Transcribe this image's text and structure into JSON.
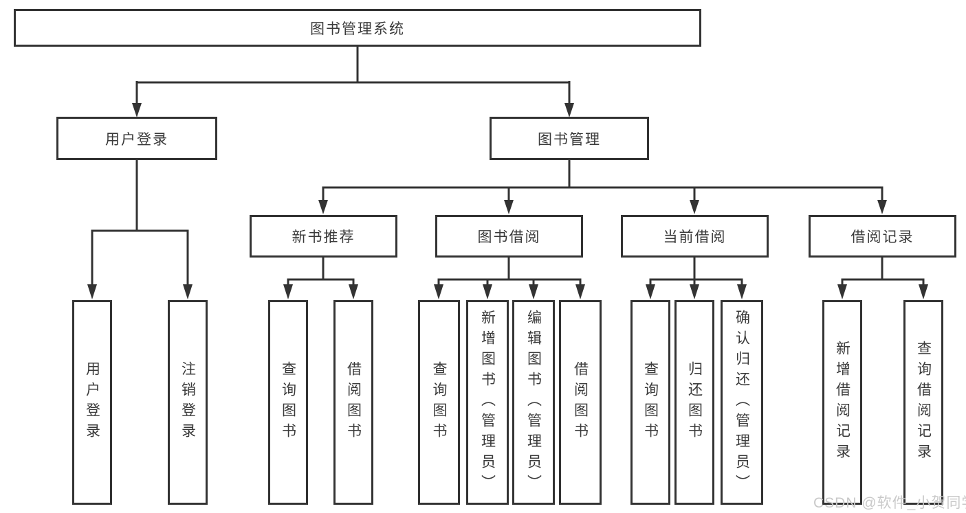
{
  "colors": {
    "line": "#333333",
    "box_border": "#333333",
    "box_background": "#ffffff",
    "text": "#3a3a3a",
    "watermark": "#c9c9c9"
  },
  "watermark": "CSDN @软件_小贺同学",
  "diagram": {
    "root": {
      "label": "图书管理系统"
    },
    "level2": {
      "user_login": {
        "label": "用户登录"
      },
      "book_management": {
        "label": "图书管理"
      }
    },
    "level3": {
      "new_book_recommend": {
        "label": "新书推荐"
      },
      "book_borrow": {
        "label": "图书借阅"
      },
      "current_borrow": {
        "label": "当前借阅"
      },
      "borrow_records": {
        "label": "借阅记录"
      }
    },
    "leaves": {
      "login": [
        "用户登录",
        "注销登录"
      ],
      "recommend": [
        "查询图书",
        "借阅图书"
      ],
      "borrow": [
        "查询图书",
        "新增图书（管理员）",
        "编辑图书（管理员）",
        "借阅图书"
      ],
      "current": [
        "查询图书",
        "归还图书",
        "确认归还（管理员）"
      ],
      "records": [
        "新增借阅记录",
        "查询借阅记录"
      ]
    }
  }
}
